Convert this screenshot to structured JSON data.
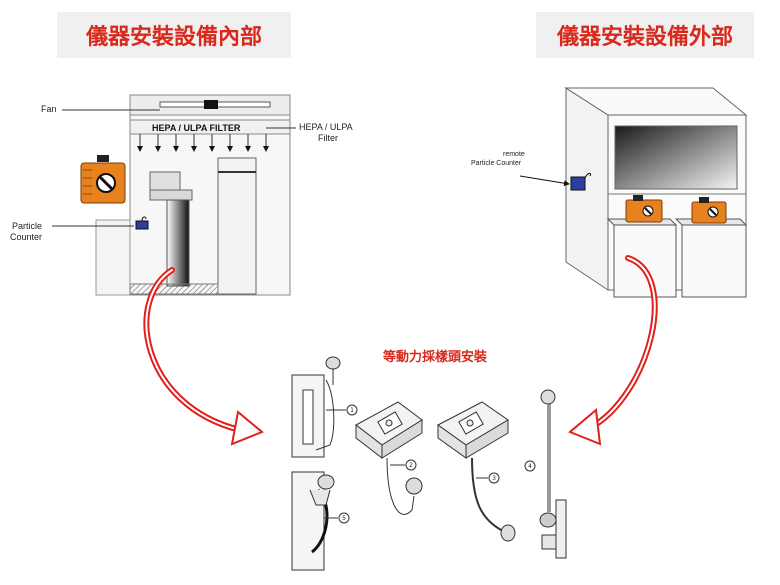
{
  "titles": {
    "inside": "儀器安裝設備內部",
    "outside": "儀器安裝設備外部",
    "center": "等動力採樣頭安裝"
  },
  "left_diagram": {
    "fan": "Fan",
    "filter_band": "HEPA / ULPA FILTER",
    "filter_label_line1": "HEPA / ULPA",
    "filter_label_line2": "Filter",
    "particle_line1": "Particle",
    "particle_line2": "Counter"
  },
  "right_diagram": {
    "remote_line1": "remote",
    "remote_line2": "Particle Counter"
  },
  "probes": [
    "1",
    "2",
    "3",
    "4",
    "5"
  ],
  "colors": {
    "title_red": "#d9291c",
    "arrow_red": "#e0201b",
    "instrument_orange": "#e8821e",
    "counter_blue": "#2a3fa0"
  }
}
